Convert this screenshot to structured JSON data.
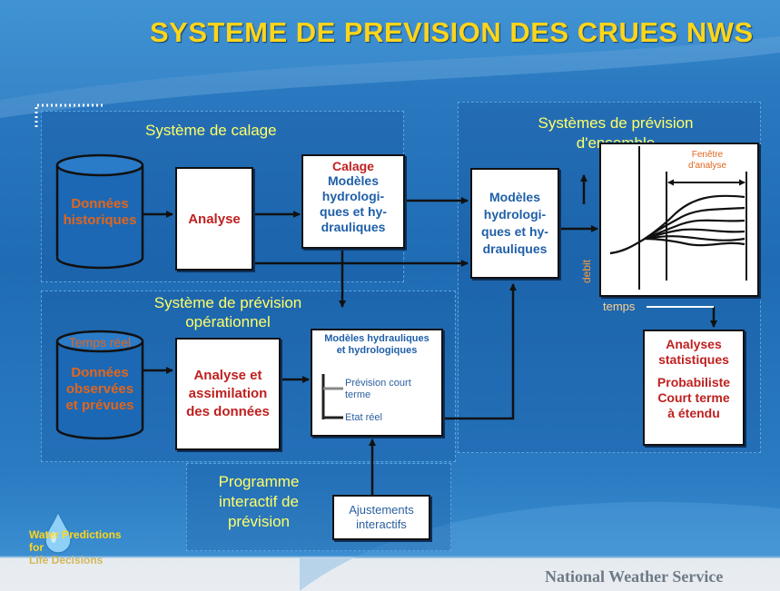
{
  "title": "SYSTEME DE PREVISION DES CRUES NWS",
  "sections": {
    "calibration": "Système de calage",
    "operational_l1": "Système de prévision",
    "operational_l2": "opérationnel",
    "ensemble_l1": "Systèmes de prévision",
    "ensemble_l2": "d'ensemble",
    "interactive_l1": "Programme",
    "interactive_l2": "interactif de",
    "interactive_l3": "prévision"
  },
  "cylinders": {
    "historical_l1": "Données",
    "historical_l2": "historiques",
    "realtime_header": "Temps réel",
    "observed_l1": "Données",
    "observed_l2": "observées",
    "observed_l3": "et prévues"
  },
  "boxes": {
    "analyse": "Analyse",
    "calage_title": "Calage",
    "calage_l1": "Modèles",
    "calage_l2": "hydrologi-",
    "calage_l3": "ques et hy-",
    "calage_l4": "drauliques",
    "models_l1": "Modèles",
    "models_l2": "hydrologi-",
    "models_l3": "ques et hy-",
    "models_l4": "drauliques",
    "assim_l1": "Analyse et",
    "assim_l2": "assimilation",
    "assim_l3": "des données",
    "op_title_l1": "Modèles hydrauliques",
    "op_title_l2": "et hydrologiques",
    "op_short_l1": "Prévision court",
    "op_short_l2": "terme",
    "op_real": "Etat réel",
    "adjust_l1": "Ajustements",
    "adjust_l2": "interactifs",
    "stats_l1": "Analyses",
    "stats_l2": "statistiques",
    "stats_l3": "Probabiliste",
    "stats_l4": "Court terme",
    "stats_l5": "à étendu"
  },
  "graph": {
    "window_l1": "Fenêtre",
    "window_l2": "d'analyse",
    "ylabel": "debit",
    "xlabel": "temps"
  },
  "logo": {
    "l1": "Water Predictions",
    "l2": "for",
    "l3": "Life Decisions"
  },
  "footer": "National Weather Service",
  "colors": {
    "title": "#ffd51a",
    "section": "#ffff66",
    "orange": "#e0661d",
    "red": "#c02020",
    "blue": "#1f5fa8"
  }
}
